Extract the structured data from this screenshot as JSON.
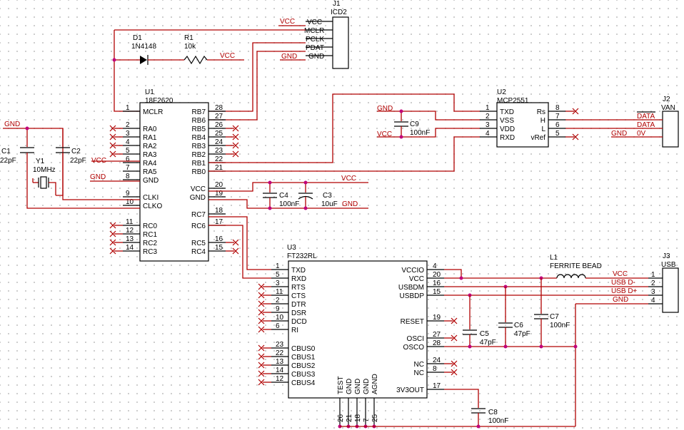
{
  "nets": {
    "vcc": "VCC",
    "gnd": "GND",
    "usbdm": "USB D-",
    "usbdp": "USB D+",
    "data": "DATA",
    "ov": "0V"
  },
  "j1": {
    "ref": "J1",
    "value": "ICD2",
    "pins": [
      "VCC",
      "MCLR",
      "PCLK",
      "PDAT",
      "GND"
    ]
  },
  "d1": {
    "ref": "D1",
    "value": "1N4148"
  },
  "r1": {
    "ref": "R1",
    "value": "10k"
  },
  "u1": {
    "ref": "U1",
    "value": "18F2620",
    "left": [
      [
        "1",
        "MCLR"
      ],
      [
        "2",
        "RA0"
      ],
      [
        "3",
        "RA1"
      ],
      [
        "4",
        "RA2"
      ],
      [
        "5",
        "RA3"
      ],
      [
        "6",
        "RA4"
      ],
      [
        "7",
        "RA5"
      ],
      [
        "8",
        "GND"
      ],
      [
        "9",
        "CLKI"
      ],
      [
        "10",
        "CLKO"
      ],
      [
        "11",
        "RC0"
      ],
      [
        "12",
        "RC1"
      ],
      [
        "13",
        "RC2"
      ],
      [
        "14",
        "RC3"
      ]
    ],
    "right": [
      [
        "28",
        "RB7"
      ],
      [
        "27",
        "RB6"
      ],
      [
        "26",
        "RB5"
      ],
      [
        "25",
        "RB4"
      ],
      [
        "24",
        "RB3"
      ],
      [
        "23",
        "RB2"
      ],
      [
        "22",
        "RB1"
      ],
      [
        "21",
        "RB0"
      ],
      [
        "20",
        "VCC"
      ],
      [
        "19",
        "GND"
      ],
      [
        "18",
        "RC7"
      ],
      [
        "17",
        "RC6"
      ],
      [
        "16",
        "RC5"
      ],
      [
        "15",
        "RC4"
      ]
    ]
  },
  "c1": {
    "ref": "C1",
    "value": "22pF"
  },
  "c2": {
    "ref": "C2",
    "value": "22pF"
  },
  "y1": {
    "ref": "Y1",
    "value": "10MHz"
  },
  "c3": {
    "ref": "C3",
    "value": "10uF"
  },
  "c4": {
    "ref": "C4",
    "value": "100nF"
  },
  "u2": {
    "ref": "U2",
    "value": "MCP2551",
    "left": [
      [
        "1",
        "TXD"
      ],
      [
        "2",
        "VSS"
      ],
      [
        "3",
        "VDD"
      ],
      [
        "4",
        "RXD"
      ]
    ],
    "right": [
      [
        "8",
        "Rs"
      ],
      [
        "7",
        "H"
      ],
      [
        "6",
        "L"
      ],
      [
        "5",
        "vRef"
      ]
    ]
  },
  "c9": {
    "ref": "C9",
    "value": "100nF"
  },
  "j2": {
    "ref": "J2",
    "value": "VAN"
  },
  "u3": {
    "ref": "U3",
    "value": "FT232RL",
    "left": [
      [
        "1",
        "TXD"
      ],
      [
        "5",
        "RXD"
      ],
      [
        "3",
        "RTS"
      ],
      [
        "11",
        "CTS"
      ],
      [
        "2",
        "DTR"
      ],
      [
        "9",
        "DSR"
      ],
      [
        "10",
        "DCD"
      ],
      [
        "6",
        "RI"
      ],
      [
        "23",
        "CBUS0"
      ],
      [
        "22",
        "CBUS1"
      ],
      [
        "13",
        "CBUS2"
      ],
      [
        "14",
        "CBUS3"
      ],
      [
        "12",
        "CBUS4"
      ]
    ],
    "right": [
      [
        "4",
        "VCCIO"
      ],
      [
        "20",
        "VCC"
      ],
      [
        "16",
        "USBDM"
      ],
      [
        "15",
        "USBDP"
      ],
      [
        "19",
        "RESET"
      ],
      [
        "27",
        "OSCI"
      ],
      [
        "28",
        "OSCO"
      ],
      [
        "24",
        "NC"
      ],
      [
        "8",
        "NC"
      ],
      [
        "17",
        "3V3OUT"
      ]
    ],
    "bottom": [
      [
        "26",
        "TEST"
      ],
      [
        "21",
        "GND"
      ],
      [
        "18",
        "GND"
      ],
      [
        "7",
        "GND"
      ],
      [
        "25",
        "AGND"
      ]
    ]
  },
  "l1": {
    "ref": "L1",
    "value": "FERRITE BEAD"
  },
  "c5": {
    "ref": "C5",
    "value": "47pF"
  },
  "c6": {
    "ref": "C6",
    "value": "47pF"
  },
  "c7": {
    "ref": "C7",
    "value": "100nF"
  },
  "c8": {
    "ref": "C8",
    "value": "100nF"
  },
  "j3": {
    "ref": "J3",
    "value": "USB",
    "pins": [
      "1",
      "2",
      "3",
      "4"
    ]
  }
}
